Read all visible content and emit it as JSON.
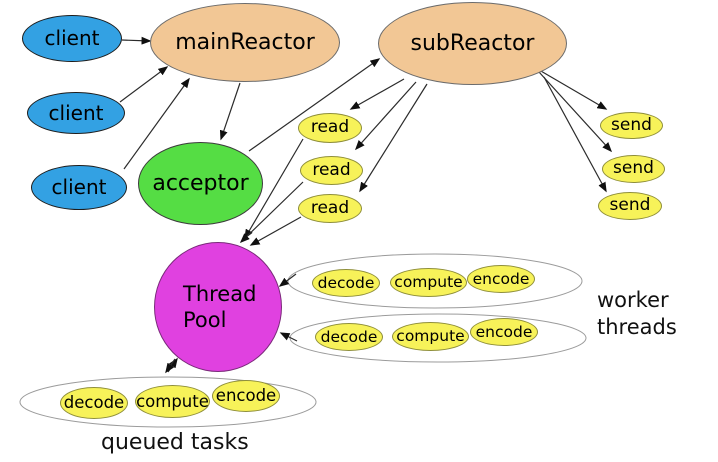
{
  "colors": {
    "client_fill": "#33a1e3",
    "reactor_fill": "#f2c795",
    "acceptor_fill": "#55dd44",
    "task_fill": "#f7f259",
    "thread_pool_fill": "#e041e0",
    "container_stroke": "#9b9b9b",
    "edge_color": "#2b2b2b",
    "background": "#ffffff"
  },
  "nodes": {
    "clients": [
      "client",
      "client",
      "client"
    ],
    "main_reactor": "mainReactor",
    "sub_reactor": "subReactor",
    "acceptor": "acceptor",
    "reads": [
      "read",
      "read",
      "read"
    ],
    "sends": [
      "send",
      "send",
      "send"
    ],
    "thread_pool": {
      "line1": "Thread",
      "line2": "Pool"
    },
    "worker_row_1": [
      "decode",
      "compute",
      "encode"
    ],
    "worker_row_2": [
      "decode",
      "compute",
      "encode"
    ],
    "queued_row": [
      "decode",
      "compute",
      "encode"
    ]
  },
  "labels": {
    "worker_threads_line1": "worker",
    "worker_threads_line2": "threads",
    "queued_tasks": "queued tasks"
  },
  "edges": [
    {
      "from": "client-1",
      "to": "mainReactor"
    },
    {
      "from": "client-2",
      "to": "mainReactor"
    },
    {
      "from": "client-3",
      "to": "mainReactor"
    },
    {
      "from": "mainReactor",
      "to": "acceptor"
    },
    {
      "from": "acceptor",
      "to": "subReactor"
    },
    {
      "from": "subReactor",
      "to": "read-1"
    },
    {
      "from": "subReactor",
      "to": "read-2"
    },
    {
      "from": "subReactor",
      "to": "read-3"
    },
    {
      "from": "subReactor",
      "to": "send-1"
    },
    {
      "from": "subReactor",
      "to": "send-2"
    },
    {
      "from": "subReactor",
      "to": "send-3"
    },
    {
      "from": "read-1",
      "to": "thread-pool"
    },
    {
      "from": "read-2",
      "to": "thread-pool"
    },
    {
      "from": "read-3",
      "to": "thread-pool"
    },
    {
      "from": "worker-thread-1",
      "to": "thread-pool"
    },
    {
      "from": "worker-thread-2",
      "to": "thread-pool"
    },
    {
      "from": "thread-pool",
      "to": "queued-tasks"
    },
    {
      "from": "queued-tasks",
      "to": "thread-pool"
    }
  ]
}
